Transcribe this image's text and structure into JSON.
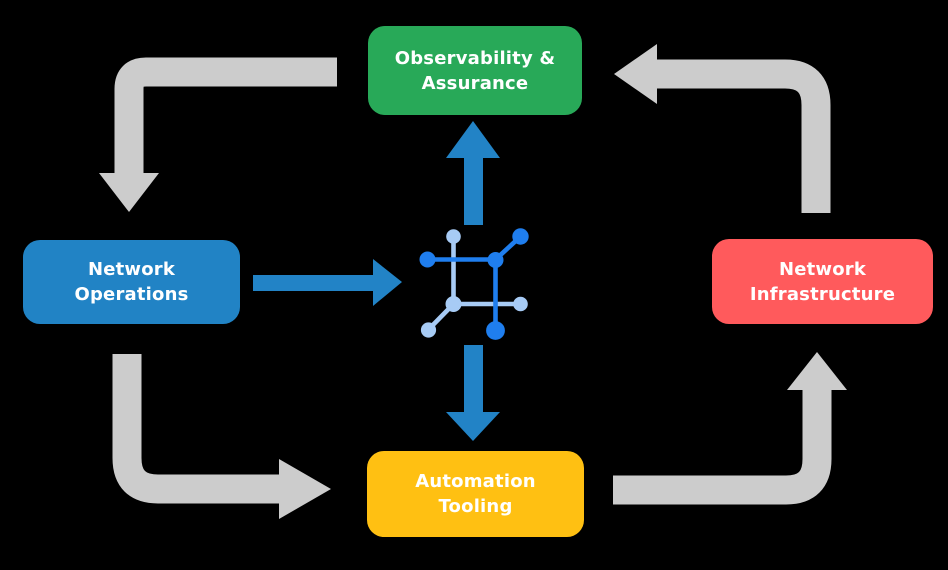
{
  "title": "Network automation cycle diagram",
  "colors": {
    "background": "#000000",
    "gray_arrow": "#cccccc",
    "blue_arrow": "#2283c6",
    "icon_dark": "#1f7eee",
    "icon_light": "#a7cbf5",
    "text": "#ffffff"
  },
  "nodes": {
    "observability": {
      "lines": [
        "Observability &",
        "Assurance"
      ],
      "color": "#28a958"
    },
    "operations": {
      "lines": [
        "Network",
        "Operations"
      ],
      "color": "#2183c5"
    },
    "infrastructure": {
      "lines": [
        "Network",
        "Infrastructure"
      ],
      "color": "#ff5a5c"
    },
    "automation": {
      "lines": [
        "Automation",
        "Tooling"
      ],
      "color": "#ffc012"
    }
  },
  "icon": {
    "name": "network-fabric-icon"
  }
}
